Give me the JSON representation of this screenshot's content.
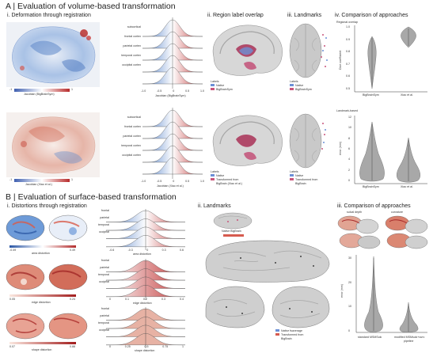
{
  "colors": {
    "blue": "#3f76c0",
    "red": "#c23b3b",
    "native": "#6b8fd6",
    "transformed": "#c9547b",
    "violin": "#a8a8a8",
    "brain": "#cfcfcf"
  },
  "sectionA": {
    "title": "A | Evaluation of volume-based transformation",
    "p1": {
      "title": "i. Deformation through registration",
      "regions": [
        "subcortical",
        "frontal cortex",
        "parietal cortex",
        "temporal cortex",
        "occipital cortex"
      ],
      "row1": {
        "cbar_min": "-1",
        "cbar_max": "1",
        "cbar_label": "Jacobian (BigBrainSym)",
        "x_ticks": [
          "-1.0",
          "-0.5",
          "0",
          "0.5",
          "1.0"
        ],
        "xlabel": "Jacobian (BigBrainSym)"
      },
      "row2": {
        "cbar_min": "-1",
        "cbar_max": "1",
        "cbar_label": "Jacobian (Xiao et al.)",
        "x_ticks": [
          "-1.0",
          "-0.5",
          "0",
          "0.5",
          "1.0"
        ],
        "xlabel": "Jacobian (Xiao et al.)"
      }
    },
    "p2": {
      "title": "ii. Region label overlap",
      "legend1_title": "Labels",
      "legend1": [
        "Native",
        "BigBrainSym"
      ],
      "legend2_title": "Labels",
      "legend2": [
        "Native",
        "Transformed from",
        "BigBrain (Xiao et al.)"
      ]
    },
    "p3": {
      "title": "iii. Landmarks",
      "legend1_title": "Labels",
      "legend1": [
        "Native",
        "BigBrainSym"
      ],
      "legend2_title": "Labels",
      "legend2": [
        "Native",
        "Transformed from",
        "BigBrain"
      ]
    },
    "p4": {
      "title": "iv. Comparison of approaches",
      "top_title": "Regional overlap",
      "top_ylabel": "Dice coefficient",
      "top_yticks": [
        "0.5",
        "0.6",
        "0.7",
        "0.8",
        "0.9",
        "1.0"
      ],
      "top_xticks": [
        "BigBrainSym",
        "Xiao et al."
      ],
      "bottom_title": "Landmark-based",
      "bottom_ylabel": "error (mm)",
      "bottom_yticks": [
        "0",
        "2",
        "4",
        "6",
        "8",
        "10",
        "12"
      ],
      "bottom_xticks": [
        "BigBrainSym",
        "Xiao et al."
      ]
    }
  },
  "sectionB": {
    "title": "B | Evaluation of surface-based transformation",
    "p1": {
      "title": "i. Distortions through registration",
      "regions": [
        "frontal",
        "parietal",
        "temporal",
        "occipital"
      ],
      "rows": [
        {
          "cmin": "-0.49",
          "cmax": "0.49",
          "clabel": "area distortion",
          "x_ticks": [
            "-0.6",
            "-0.3",
            "0",
            "0.3",
            "0.6"
          ],
          "xlabel": "area distortion"
        },
        {
          "cmin": "0.05",
          "cmax": "0.24",
          "clabel": "edge distortion",
          "x_ticks": [
            "0",
            "0.1",
            "0.2",
            "0.3",
            "0.4"
          ],
          "xlabel": "edge distortion"
        },
        {
          "cmin": "0.07",
          "cmax": "0.88",
          "clabel": "shape distortion",
          "x_ticks": [
            "0",
            "0.25",
            "0.5",
            "0.75",
            "1"
          ],
          "xlabel": "shape distortion"
        }
      ]
    },
    "p2": {
      "title": "ii. Landmarks",
      "native_label": "Native BigBrain",
      "legend": [
        "Native fsaverage",
        "Transformed from",
        "BigBrain"
      ]
    },
    "p3": {
      "title": "iii. Comparison of approaches",
      "sulcal": "sulcal depth",
      "curvature": "curvature",
      "ylabel": "error (mm)",
      "yticks": [
        "0",
        "10",
        "20",
        "30"
      ],
      "xticks": [
        "standard MSMSulc",
        "modified MSMsulc+curv",
        "pipeline"
      ]
    }
  }
}
